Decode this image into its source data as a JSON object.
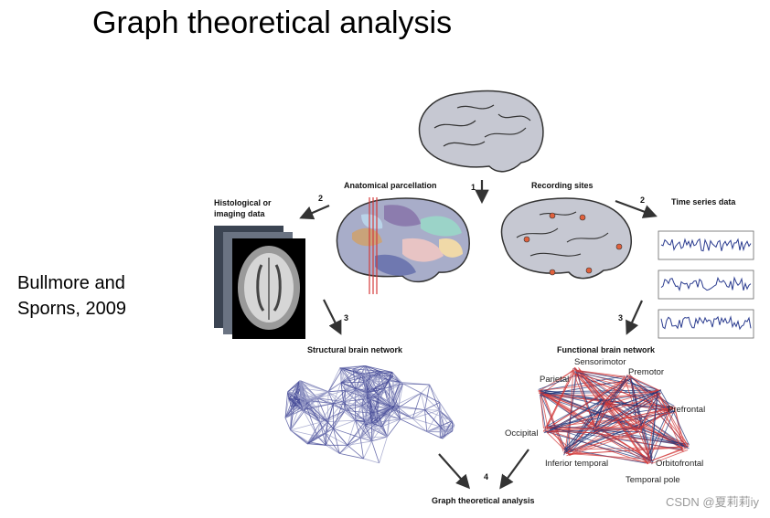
{
  "slide": {
    "title": "Graph theoretical analysis",
    "citation_line1": "Bullmore and",
    "citation_line2": "Sporns, 2009"
  },
  "diagram": {
    "anatomical_parcellation": "Anatomical parcellation",
    "recording_sites": "Recording sites",
    "histological_line1": "Histological or",
    "histological_line2": "imaging data",
    "time_series": "Time series data",
    "structural_network": "Structural brain network",
    "functional_network": "Functional brain network",
    "graph_analysis": "Graph theoretical analysis",
    "step_numbers": [
      "1",
      "2",
      "2",
      "3",
      "3",
      "4"
    ],
    "regions": {
      "sensorimotor": "Sensorimotor",
      "parietal": "Parietal",
      "premotor": "Premotor",
      "prefrontal": "Prefrontal",
      "occipital": "Occipital",
      "inferior_temporal": "Inferior temporal",
      "orbitofrontal": "Orbitofrontal",
      "temporal_pole": "Temporal pole"
    }
  },
  "watermark": "CSDN @夏莉莉iy",
  "colors": {
    "brain_fill": "#c6c8d2",
    "structural_edges": "#4a4f9a",
    "functional_red": "#d23a3a",
    "functional_blue": "#22357a",
    "arrow": "#333333",
    "recording_dot": "#e0603c"
  }
}
